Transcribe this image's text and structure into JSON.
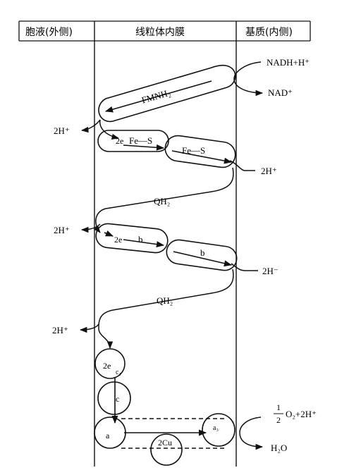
{
  "header": {
    "left": "胞液(外侧)",
    "middle": "线粒体内膜",
    "right": "基质(内侧)"
  },
  "labels": {
    "nadh": "NADH+H⁺",
    "nad": "NAD⁺",
    "fmnh2": "FMNH₂",
    "h_out_1": "2H⁺",
    "two_e_1": "2e",
    "fes_1": "Fe—S",
    "fes_2": "Fe—S",
    "h_in_1": "2H⁺",
    "qh2_1": "QH₂",
    "h_out_2": "2H⁺",
    "two_e_2": "2e",
    "b_1": "b",
    "b_2": "b",
    "h_in_2": "2H⁻",
    "qh2_2": "QH₂",
    "h_out_3": "2H⁺",
    "two_e_3": "2e",
    "c1": "c₁",
    "c": "c",
    "a": "a",
    "a3": "a₃",
    "cu": "2Cu",
    "o2_num": "1",
    "o2_den": "2",
    "o2_rest": "O₂+2H⁺",
    "h2o": "H₂O"
  }
}
